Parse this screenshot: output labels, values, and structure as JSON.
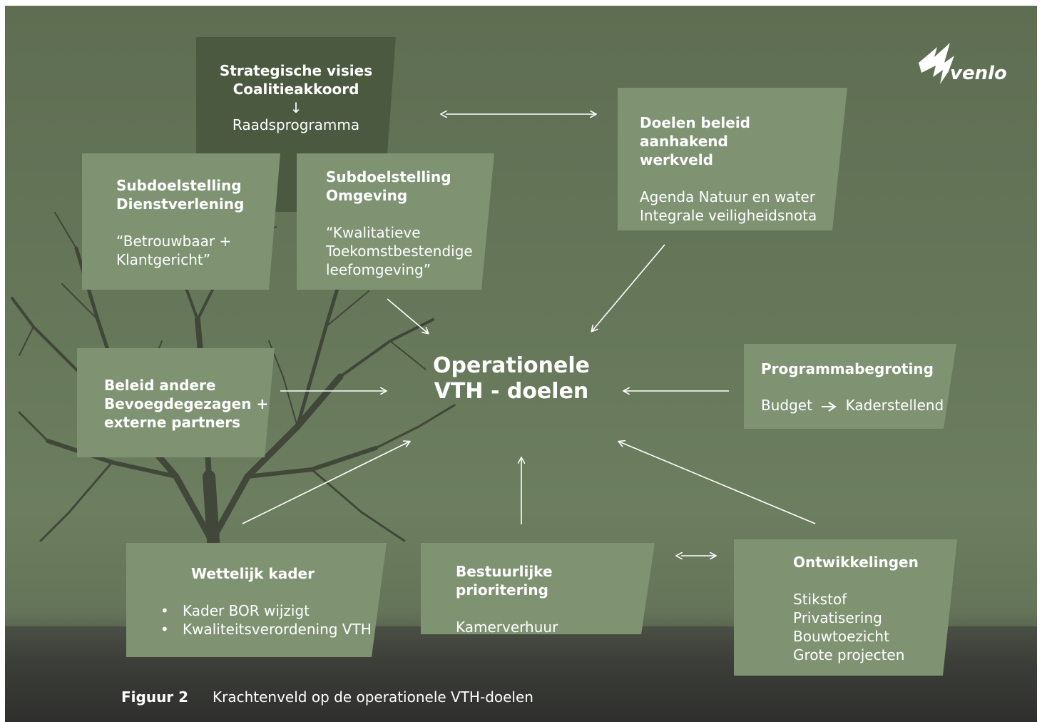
{
  "boxes": {
    "strategic": {
      "title_line1": "Strategische visies",
      "title_line2": "Coalitieakkoord",
      "arrow_glyph": "↓",
      "sub": "Raadsprogramma"
    },
    "dienstverlening": {
      "title": "Subdoelstelling\nDienstverlening",
      "body": "“Betrouwbaar +\nKlantgericht”"
    },
    "omgeving": {
      "title": "Subdoelstelling\nOmgeving",
      "body": "“Kwalitatieve\nToekomstbestendige\nleefomgeving”"
    },
    "doelen_beleid": {
      "title": "Doelen beleid aanhakend\nwerkveld",
      "body": "Agenda Natuur en water\nIntegrale veiligheidsnota"
    },
    "beleid_andere": {
      "title": "Beleid andere\nBevoegdegezagen +\nexterne partners"
    },
    "programmabegroting": {
      "title": "Programmabegroting",
      "budget": "Budget",
      "kader": "Kaderstellend"
    },
    "wettelijk": {
      "title": "Wettelijk kader",
      "items": [
        "Kader BOR wijzigt",
        "Kwaliteitsverordening VTH"
      ]
    },
    "bestuurlijk": {
      "title": "Bestuurlijke prioritering",
      "body": "Kamerverhuur"
    },
    "ontwikkelingen": {
      "title": "Ontwikkelingen",
      "body": "Stikstof\nPrivatisering\nBouwtoezicht\nGrote projecten"
    }
  },
  "center": {
    "line1": "Operationele",
    "line2": "VTH - doelen"
  },
  "logo": {
    "text": "venlo"
  },
  "caption": {
    "label": "Figuur 2",
    "text": "Krachtenveld op de operationele VTH-doelen"
  },
  "colors": {
    "background": "#66775a",
    "box_light": "#7f9474",
    "box_dark": "#49573f",
    "text": "#ffffff"
  }
}
